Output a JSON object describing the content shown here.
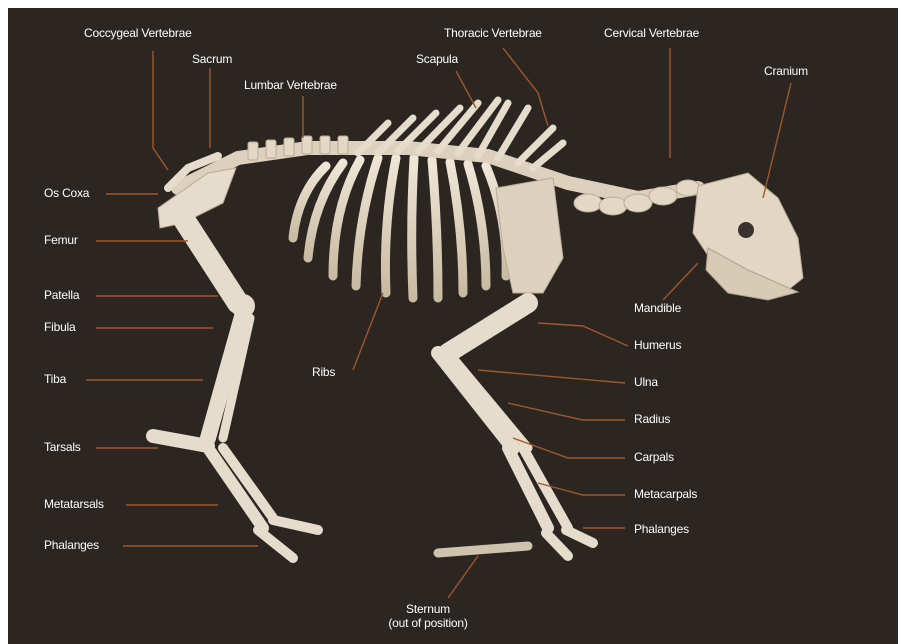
{
  "labels": {
    "coccygeal": "Coccygeal Vertebrae",
    "sacrum": "Sacrum",
    "lumbar": "Lumbar Vertebrae",
    "scapula": "Scapula",
    "thoracic": "Thoracic Vertebrae",
    "cervical": "Cervical Vertebrae",
    "cranium": "Cranium",
    "os_coxa": "Os Coxa",
    "femur": "Femur",
    "patella": "Patella",
    "fibula": "Fibula",
    "tiba": "Tiba",
    "tarsals": "Tarsals",
    "metatarsals": "Metatarsals",
    "phalanges_hind": "Phalanges",
    "ribs": "Ribs",
    "mandible": "Mandible",
    "humerus": "Humerus",
    "ulna": "Ulna",
    "radius": "Radius",
    "carpals": "Carpals",
    "metacarpals": "Metacarpals",
    "phalanges_fore": "Phalanges",
    "sternum_line1": "Sternum",
    "sternum_line2": "(out of position)"
  },
  "colors": {
    "background": "#2b2622",
    "bone": "#e6dccb",
    "bone_shadow": "#b9ab93",
    "leader_line": "#a2562a",
    "label_text": "#ffffff"
  }
}
